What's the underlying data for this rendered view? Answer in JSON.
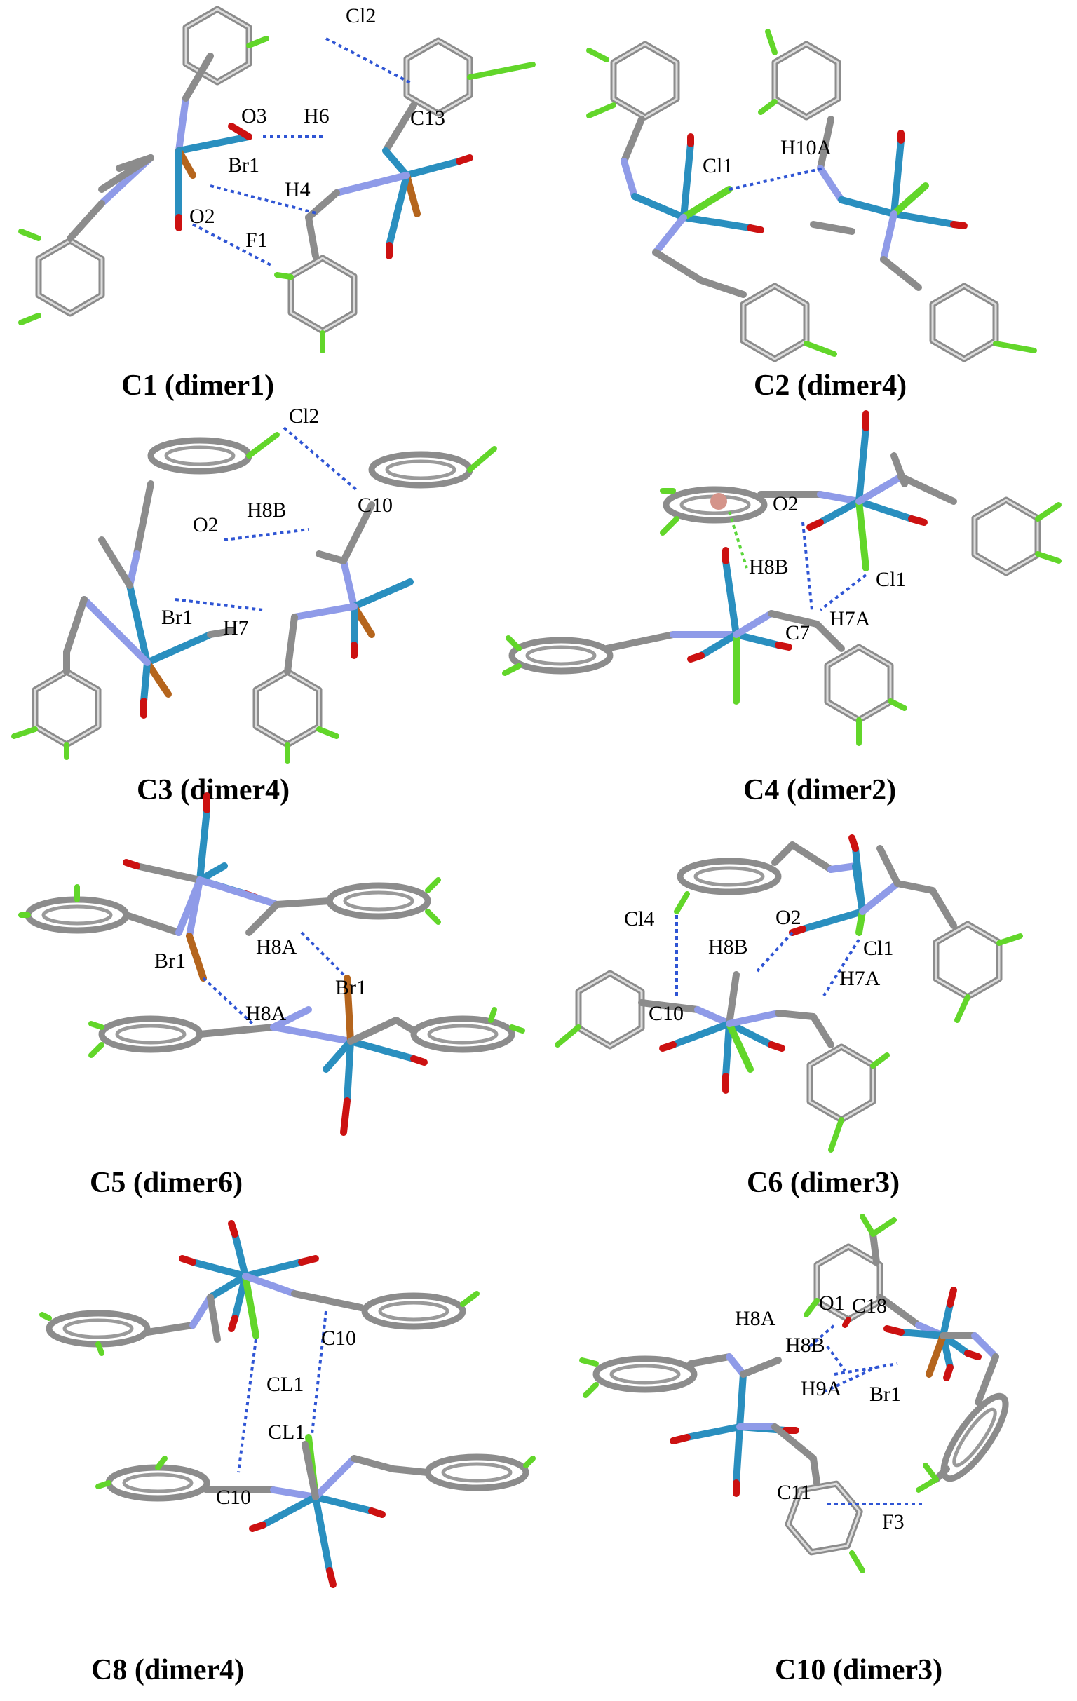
{
  "colors": {
    "background": "#ffffff",
    "carbon_bond": "#8c8c8c",
    "carbon_dark": "#5a5a5a",
    "hydrogen": "#d9d9d9",
    "nitrogen": "#8f9be8",
    "metal": "#2a8fbf",
    "oxygen": "#cc1111",
    "bromine": "#b5651d",
    "halogen_green": "#62d62a",
    "hbond_blue": "#2f55d4",
    "label": "#000000"
  },
  "panels": [
    {
      "id": "c1",
      "caption": "C1 (dimer1)",
      "labels": [
        "Cl2",
        "O3",
        "H6",
        "C13",
        "Br1",
        "H4",
        "O2",
        "F1"
      ]
    },
    {
      "id": "c2",
      "caption": "C2 (dimer4)",
      "labels": [
        "Cl1",
        "H10A"
      ]
    },
    {
      "id": "c3",
      "caption": "C3 (dimer4)",
      "labels": [
        "Cl2",
        "C10",
        "O2",
        "H8B",
        "Br1",
        "H7"
      ]
    },
    {
      "id": "c4",
      "caption": "C4 (dimer2)",
      "labels": [
        "O2",
        "H8B",
        "Cl1",
        "H7A",
        "C7"
      ]
    },
    {
      "id": "c5",
      "caption": "C5 (dimer6)",
      "labels": [
        "H8A",
        "Br1",
        "Br1",
        "H8A"
      ]
    },
    {
      "id": "c6",
      "caption": "C6 (dimer3)",
      "labels": [
        "Cl4",
        "O2",
        "H8B",
        "Cl1",
        "H7A",
        "C10"
      ]
    },
    {
      "id": "c8",
      "caption": "C8 (dimer4)",
      "labels": [
        "C10",
        "CL1",
        "CL1",
        "C10"
      ]
    },
    {
      "id": "c10",
      "caption": "C10 (dimer3)",
      "labels": [
        "O1",
        "C18",
        "H8A",
        "H8B",
        "H9A",
        "Br1",
        "C11",
        "F3"
      ]
    }
  ]
}
